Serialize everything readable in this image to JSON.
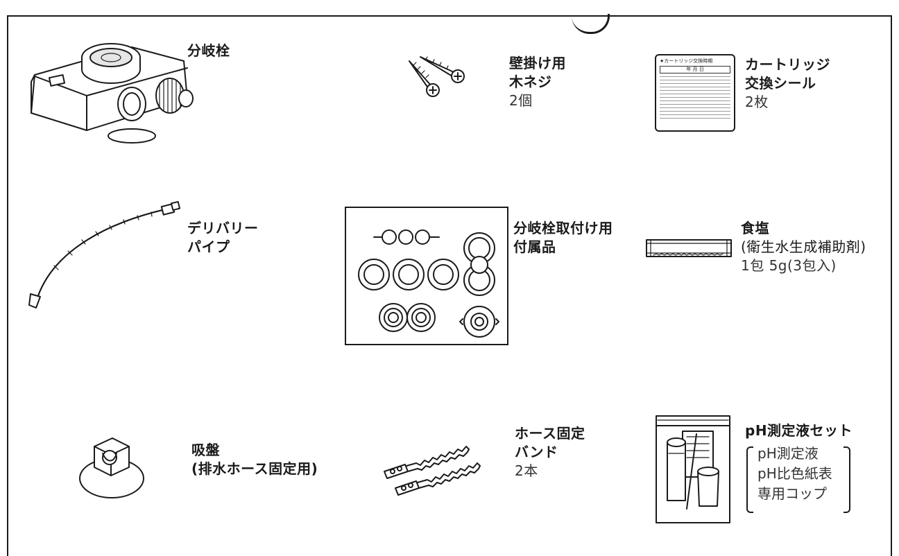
{
  "items": [
    {
      "id": "bunki",
      "name": "分岐栓",
      "sub": "",
      "qty": ""
    },
    {
      "id": "screw",
      "name": "壁掛け用",
      "sub": "木ネジ",
      "qty": "2個"
    },
    {
      "id": "seal",
      "name": "カートリッジ",
      "sub": "交換シール",
      "qty": "2枚"
    },
    {
      "id": "pipe",
      "name": "デリバリー",
      "sub": "パイプ",
      "qty": ""
    },
    {
      "id": "parts",
      "name": "分岐栓取付け用",
      "sub": "付属品",
      "qty": ""
    },
    {
      "id": "salt",
      "name": "食塩",
      "sub": "(衛生水生成補助剤)",
      "qty": "1包 5g(3包入)"
    },
    {
      "id": "sucker",
      "name": "吸盤",
      "sub": "(排水ホース固定用)",
      "qty": ""
    },
    {
      "id": "band",
      "name": "ホース固定",
      "sub": "バンド",
      "qty": "2本"
    },
    {
      "id": "ph",
      "name": "pH測定液セット",
      "sub": "",
      "qty": ""
    }
  ],
  "ph_contents": [
    "pH測定液",
    "pH比色紙表",
    "専用コップ"
  ],
  "seal_card": {
    "line1": "★カートリッジ交換時期",
    "line2": "年 月 日"
  }
}
